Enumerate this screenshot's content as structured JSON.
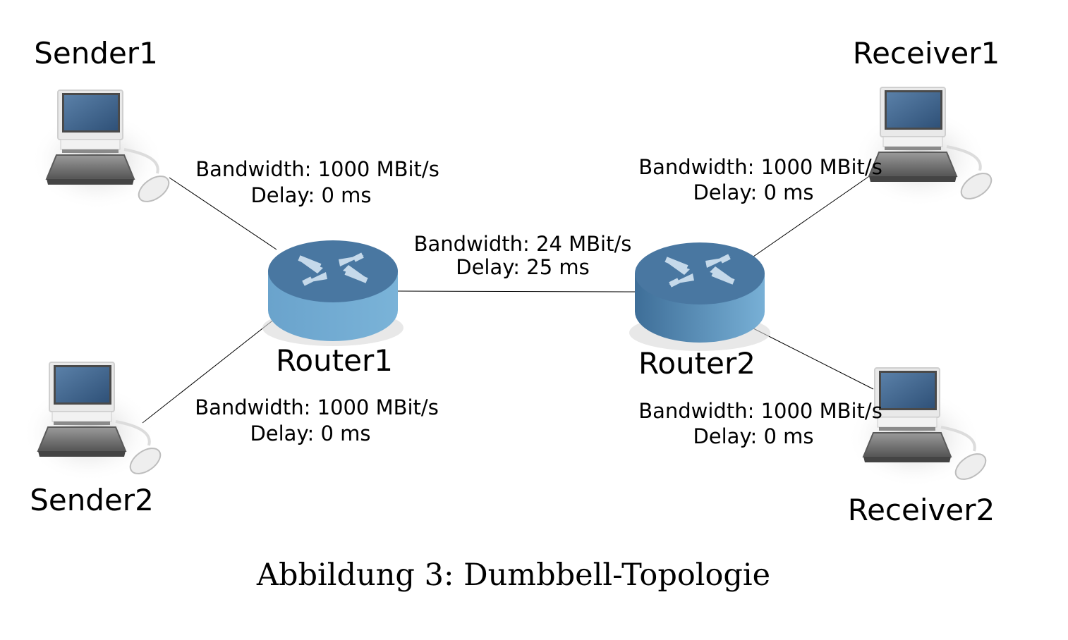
{
  "nodes": {
    "sender1": {
      "label": "Sender1",
      "icon": "computer-icon"
    },
    "sender2": {
      "label": "Sender2",
      "icon": "computer-icon"
    },
    "receiver1": {
      "label": "Receiver1",
      "icon": "computer-icon"
    },
    "receiver2": {
      "label": "Receiver2",
      "icon": "computer-icon"
    },
    "router1": {
      "label": "Router1",
      "icon": "router-icon"
    },
    "router2": {
      "label": "Router2",
      "icon": "router-icon"
    }
  },
  "links": {
    "sender1_router1": {
      "bandwidth": "Bandwidth: 1000 MBit/s",
      "delay": "Delay: 0 ms"
    },
    "sender2_router1": {
      "bandwidth": "Bandwidth: 1000 MBit/s",
      "delay": "Delay: 0 ms"
    },
    "router1_router2": {
      "bandwidth": "Bandwidth: 24 MBit/s",
      "delay": "Delay: 25 ms"
    },
    "router2_receiver1": {
      "bandwidth": "Bandwidth: 1000 MBit/s",
      "delay": "Delay: 0 ms"
    },
    "router2_receiver2": {
      "bandwidth": "Bandwidth: 1000 MBit/s",
      "delay": "Delay: 0 ms"
    }
  },
  "caption": "Abbildung 3: Dumbbell-Topologie",
  "colors": {
    "router_top": "#4a77a0",
    "router_side": "#6fa8cf",
    "screen": "#3f6590",
    "keyboard": "#707070",
    "line": "#000000"
  }
}
